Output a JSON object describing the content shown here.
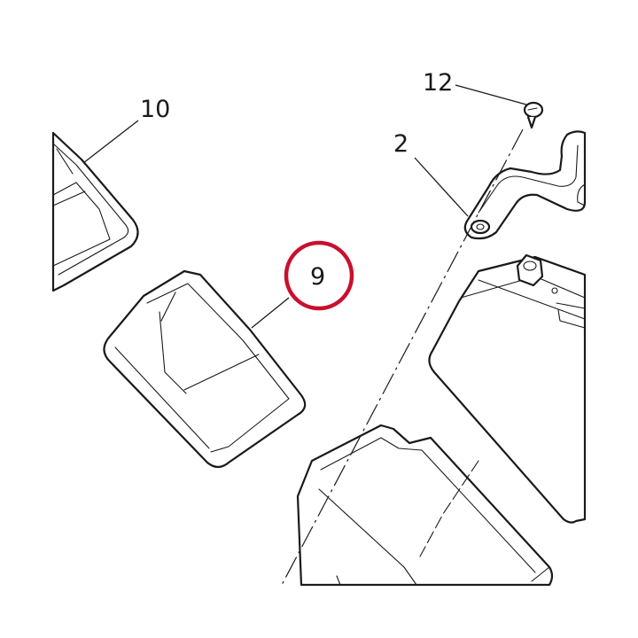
{
  "callouts": {
    "part_10": "10",
    "part_9": "9",
    "part_12": "12",
    "part_2": "2"
  },
  "highlight": {
    "target": "9",
    "color": "#c8102e"
  },
  "colors": {
    "line": "#1a1a1a",
    "background": "#ffffff"
  }
}
